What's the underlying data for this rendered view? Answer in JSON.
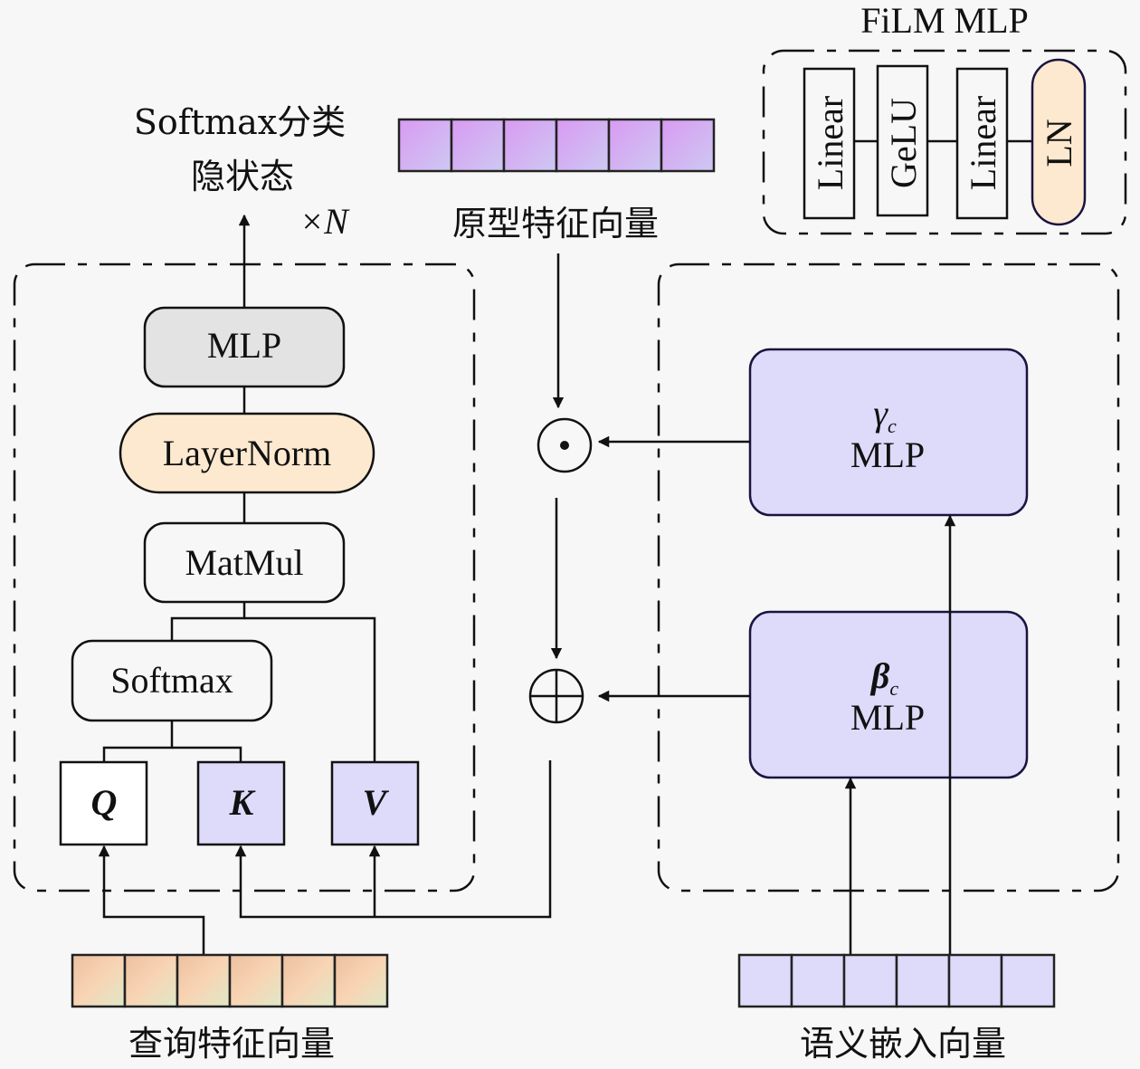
{
  "diagram": {
    "top_left_labels": {
      "line1": "Softmax分类",
      "line2": "隐状态",
      "repeat": "×N"
    },
    "attention_block": {
      "mlp": "MLP",
      "layernorm": "LayerNorm",
      "matmul": "MatMul",
      "softmax": "Softmax",
      "q": "Q",
      "k": "K",
      "v": "V"
    },
    "prototype_vector": {
      "label": "原型特征向量",
      "cells": 6
    },
    "query_vector": {
      "label": "查询特征向量",
      "cells": 6
    },
    "semantic_vector": {
      "label": "语义嵌入向量",
      "cells": 6
    },
    "film_block": {
      "gamma_symbol": "γ",
      "gamma_sub": "c",
      "gamma_label": "MLP",
      "beta_symbol": "β",
      "beta_sub": "c",
      "beta_label": "MLP"
    },
    "operators": {
      "hadamard": "⊙",
      "add": "⊕"
    },
    "film_mlp_legend": {
      "title": "FiLM MLP",
      "layers": [
        "Linear",
        "GeLU",
        "Linear",
        "LN"
      ]
    },
    "colors": {
      "mlp_gray": "#e3e3e3",
      "layernorm_fill": "#fde9cf",
      "kv_fill": "#dedafa",
      "film_box_fill": "#dedafa",
      "prototype_top": "#d79af0",
      "prototype_bottom": "#cfc8f2",
      "query_top": "#f2c6a4",
      "query_bottom": "#e1e6c4",
      "semantic_fill": "#dedafa"
    }
  }
}
